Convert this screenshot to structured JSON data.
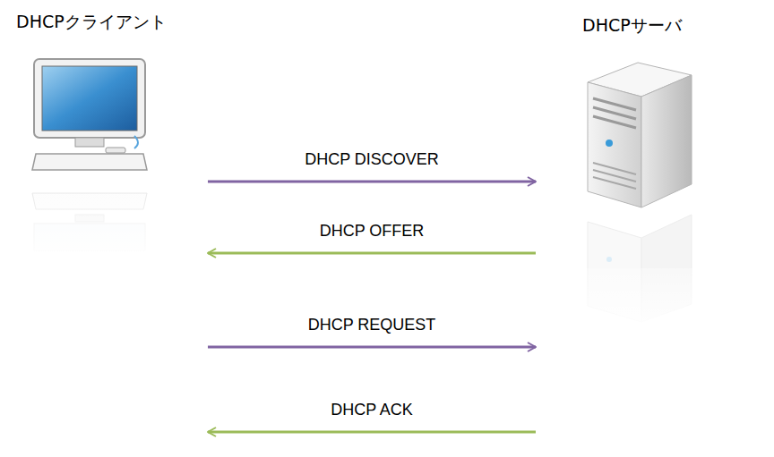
{
  "diagram": {
    "nodes": [
      {
        "text": [
          "DHCPクライアント"
        ]
      },
      {
        "text": [
          "DHCPサーバ"
        ]
      }
    ],
    "edges": [
      {
        "from": 0,
        "to": 1,
        "label": "DHCP DISCOVER",
        "arrow": "to"
      },
      {
        "from": 1,
        "to": 0,
        "label": "DHCP OFFER",
        "arrow": "to"
      },
      {
        "from": 0,
        "to": 1,
        "label": "DHCP REQUEST",
        "arrow": "to"
      },
      {
        "from": 1,
        "to": 0,
        "label": "DHCP ACK",
        "arrow": "to"
      }
    ]
  }
}
